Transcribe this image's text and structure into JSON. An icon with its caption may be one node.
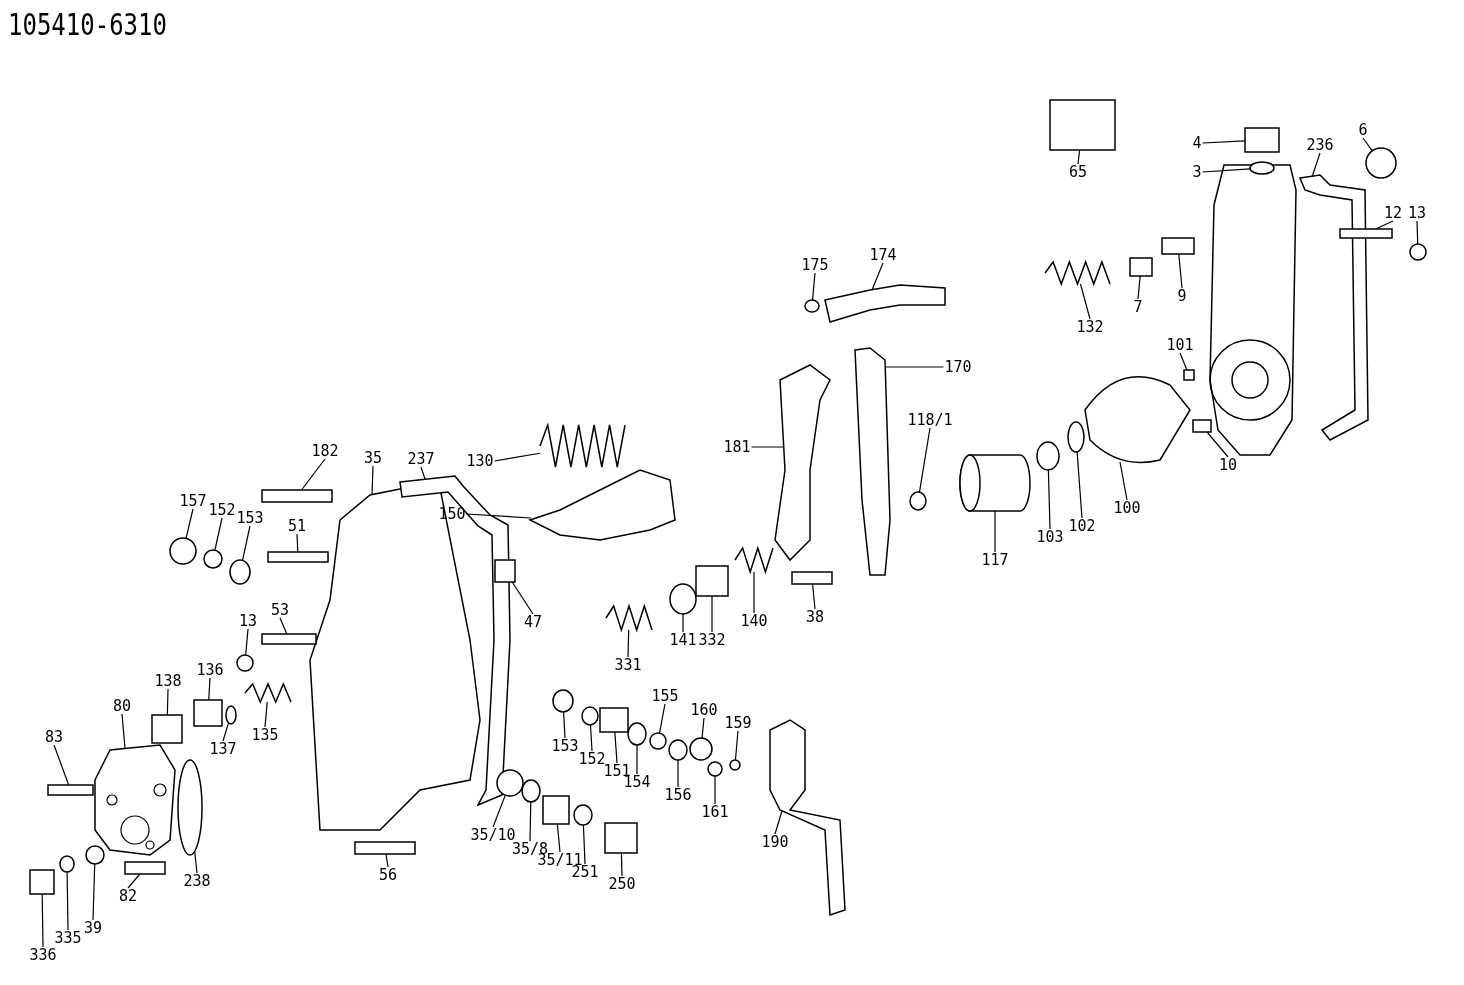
{
  "diagram": {
    "title": "105410-6310",
    "nodes": [
      {
        "text": [
          "65"
        ]
      },
      {
        "text": [
          "4"
        ]
      },
      {
        "text": [
          "3"
        ]
      },
      {
        "text": [
          "6"
        ]
      },
      {
        "text": [
          "236"
        ]
      },
      {
        "text": [
          "12"
        ]
      },
      {
        "text": [
          "13"
        ]
      },
      {
        "text": [
          "175"
        ]
      },
      {
        "text": [
          "174"
        ]
      },
      {
        "text": [
          "132"
        ]
      },
      {
        "text": [
          "7"
        ]
      },
      {
        "text": [
          "9"
        ]
      },
      {
        "text": [
          "101"
        ]
      },
      {
        "text": [
          "10"
        ]
      },
      {
        "text": [
          "170"
        ]
      },
      {
        "text": [
          "181"
        ]
      },
      {
        "text": [
          "118/1"
        ]
      },
      {
        "text": [
          "117"
        ]
      },
      {
        "text": [
          "103"
        ]
      },
      {
        "text": [
          "102"
        ]
      },
      {
        "text": [
          "100"
        ]
      },
      {
        "text": [
          "130"
        ]
      },
      {
        "text": [
          "150"
        ]
      },
      {
        "text": [
          "182"
        ]
      },
      {
        "text": [
          "35"
        ]
      },
      {
        "text": [
          "237"
        ]
      },
      {
        "text": [
          "157"
        ]
      },
      {
        "text": [
          "152"
        ]
      },
      {
        "text": [
          "153"
        ]
      },
      {
        "text": [
          "51"
        ]
      },
      {
        "text": [
          "47"
        ]
      },
      {
        "text": [
          "38"
        ]
      },
      {
        "text": [
          "140"
        ]
      },
      {
        "text": [
          "332"
        ]
      },
      {
        "text": [
          "141"
        ]
      },
      {
        "text": [
          "331"
        ]
      },
      {
        "text": [
          "13"
        ]
      },
      {
        "text": [
          "53"
        ]
      },
      {
        "text": [
          "138"
        ]
      },
      {
        "text": [
          "136"
        ]
      },
      {
        "text": [
          "137"
        ]
      },
      {
        "text": [
          "135"
        ]
      },
      {
        "text": [
          "80"
        ]
      },
      {
        "text": [
          "83"
        ]
      },
      {
        "text": [
          "153"
        ]
      },
      {
        "text": [
          "152"
        ]
      },
      {
        "text": [
          "151"
        ]
      },
      {
        "text": [
          "155"
        ]
      },
      {
        "text": [
          "154"
        ]
      },
      {
        "text": [
          "160"
        ]
      },
      {
        "text": [
          "159"
        ]
      },
      {
        "text": [
          "156"
        ]
      },
      {
        "text": [
          "161"
        ]
      },
      {
        "text": [
          "190"
        ]
      },
      {
        "text": [
          "56"
        ]
      },
      {
        "text": [
          "35/10"
        ]
      },
      {
        "text": [
          "35/8"
        ]
      },
      {
        "text": [
          "35/11"
        ]
      },
      {
        "text": [
          "251"
        ]
      },
      {
        "text": [
          "250"
        ]
      },
      {
        "text": [
          "238"
        ]
      },
      {
        "text": [
          "82"
        ]
      },
      {
        "text": [
          "39"
        ]
      },
      {
        "text": [
          "335"
        ]
      },
      {
        "text": [
          "336"
        ]
      },
      {
        "text": [],
        "shape": "box"
      },
      {
        "text": [],
        "shape": "box"
      },
      {
        "text": [],
        "shape": "circle"
      },
      {
        "text": [],
        "shape": "circle"
      },
      {
        "text": [],
        "shape": "picture"
      },
      {
        "text": [],
        "shape": "bar"
      },
      {
        "text": [],
        "shape": "circle"
      },
      {
        "text": [],
        "shape": "circle"
      },
      {
        "text": [],
        "shape": "picture"
      },
      {
        "text": [],
        "shape": "spring"
      },
      {
        "text": [],
        "shape": "box"
      },
      {
        "text": [],
        "shape": "box"
      },
      {
        "text": [],
        "shape": "box"
      },
      {
        "text": [],
        "shape": "box"
      },
      {
        "text": [],
        "shape": "picture"
      },
      {
        "text": [],
        "shape": "picture"
      },
      {
        "text": [],
        "shape": "circle"
      },
      {
        "text": [],
        "shape": "cylinder"
      },
      {
        "text": [],
        "shape": "circle"
      },
      {
        "text": [],
        "shape": "circle"
      },
      {
        "text": [],
        "shape": "picture"
      },
      {
        "text": [],
        "shape": "spring"
      },
      {
        "text": [],
        "shape": "picture"
      },
      {
        "text": [],
        "shape": "bar"
      },
      {
        "text": [],
        "shape": "picture"
      },
      {
        "text": [],
        "shape": "picture"
      },
      {
        "text": [],
        "shape": "circle"
      },
      {
        "text": [],
        "shape": "circle"
      },
      {
        "text": [],
        "shape": "circle"
      },
      {
        "text": [],
        "shape": "bar"
      },
      {
        "text": [],
        "shape": "box"
      },
      {
        "text": [],
        "shape": "bar"
      },
      {
        "text": [],
        "shape": "spring"
      },
      {
        "text": [],
        "shape": "box"
      },
      {
        "text": [],
        "shape": "circle"
      },
      {
        "text": [],
        "shape": "spring"
      },
      {
        "text": [],
        "shape": "circle"
      },
      {
        "text": [],
        "shape": "bar"
      },
      {
        "text": [],
        "shape": "box"
      },
      {
        "text": [],
        "shape": "box"
      },
      {
        "text": [],
        "shape": "circle"
      },
      {
        "text": [],
        "shape": "spring"
      },
      {
        "text": [],
        "shape": "picture"
      },
      {
        "text": [],
        "shape": "bar"
      },
      {
        "text": [],
        "shape": "circle"
      },
      {
        "text": [],
        "shape": "circle"
      },
      {
        "text": [],
        "shape": "box"
      },
      {
        "text": [],
        "shape": "circle"
      },
      {
        "text": [],
        "shape": "circle"
      },
      {
        "text": [],
        "shape": "circle"
      },
      {
        "text": [],
        "shape": "circle"
      },
      {
        "text": [],
        "shape": "circle"
      },
      {
        "text": [],
        "shape": "circle"
      },
      {
        "text": [],
        "shape": "picture"
      },
      {
        "text": [],
        "shape": "bar"
      },
      {
        "text": [],
        "shape": "circle"
      },
      {
        "text": [],
        "shape": "circle"
      },
      {
        "text": [],
        "shape": "box"
      },
      {
        "text": [],
        "shape": "circle"
      },
      {
        "text": [],
        "shape": "box"
      },
      {
        "text": [],
        "shape": "circle"
      },
      {
        "text": [],
        "shape": "bar"
      },
      {
        "text": [],
        "shape": "circle"
      },
      {
        "text": [],
        "shape": "circle"
      },
      {
        "text": [],
        "shape": "box"
      }
    ],
    "edges": [
      {
        "from": 0,
        "to": 65,
        "arrow": "none"
      },
      {
        "from": 1,
        "to": 66,
        "arrow": "none"
      },
      {
        "from": 2,
        "to": 67,
        "arrow": "none"
      },
      {
        "from": 3,
        "to": 68,
        "arrow": "none"
      },
      {
        "from": 4,
        "to": 69,
        "arrow": "none"
      },
      {
        "from": 5,
        "to": 70,
        "arrow": "none"
      },
      {
        "from": 6,
        "to": 71,
        "arrow": "none"
      },
      {
        "from": 7,
        "to": 72,
        "arrow": "none"
      },
      {
        "from": 8,
        "to": 73,
        "arrow": "none"
      },
      {
        "from": 9,
        "to": 74,
        "arrow": "none"
      },
      {
        "from": 10,
        "to": 75,
        "arrow": "none"
      },
      {
        "from": 11,
        "to": 76,
        "arrow": "none"
      },
      {
        "from": 12,
        "to": 77,
        "arrow": "none"
      },
      {
        "from": 13,
        "to": 78,
        "arrow": "none"
      },
      {
        "from": 14,
        "to": 79,
        "arrow": "none"
      },
      {
        "from": 15,
        "to": 80,
        "arrow": "none"
      },
      {
        "from": 16,
        "to": 81,
        "arrow": "none"
      },
      {
        "from": 17,
        "to": 82,
        "arrow": "none"
      },
      {
        "from": 18,
        "to": 83,
        "arrow": "none"
      },
      {
        "from": 19,
        "to": 84,
        "arrow": "none"
      },
      {
        "from": 20,
        "to": 85,
        "arrow": "none"
      },
      {
        "from": 21,
        "to": 86,
        "arrow": "none"
      },
      {
        "from": 22,
        "to": 87,
        "arrow": "none"
      },
      {
        "from": 23,
        "to": 88,
        "arrow": "none"
      },
      {
        "from": 24,
        "to": 89,
        "arrow": "none"
      },
      {
        "from": 25,
        "to": 90,
        "arrow": "none"
      },
      {
        "from": 26,
        "to": 91,
        "arrow": "none"
      },
      {
        "from": 27,
        "to": 92,
        "arrow": "none"
      },
      {
        "from": 28,
        "to": 93,
        "arrow": "none"
      },
      {
        "from": 29,
        "to": 94,
        "arrow": "none"
      },
      {
        "from": 30,
        "to": 95,
        "arrow": "none"
      },
      {
        "from": 31,
        "to": 96,
        "arrow": "none"
      },
      {
        "from": 32,
        "to": 97,
        "arrow": "none"
      },
      {
        "from": 33,
        "to": 98,
        "arrow": "none"
      },
      {
        "from": 34,
        "to": 99,
        "arrow": "none"
      },
      {
        "from": 35,
        "to": 100,
        "arrow": "none"
      },
      {
        "from": 36,
        "to": 101,
        "arrow": "none"
      },
      {
        "from": 37,
        "to": 102,
        "arrow": "none"
      },
      {
        "from": 38,
        "to": 103,
        "arrow": "none"
      },
      {
        "from": 39,
        "to": 104,
        "arrow": "none"
      },
      {
        "from": 40,
        "to": 105,
        "arrow": "none"
      },
      {
        "from": 41,
        "to": 106,
        "arrow": "none"
      },
      {
        "from": 42,
        "to": 107,
        "arrow": "none"
      },
      {
        "from": 43,
        "to": 108,
        "arrow": "none"
      },
      {
        "from": 44,
        "to": 109,
        "arrow": "none"
      },
      {
        "from": 45,
        "to": 110,
        "arrow": "none"
      },
      {
        "from": 46,
        "to": 111,
        "arrow": "none"
      },
      {
        "from": 47,
        "to": 112,
        "arrow": "none"
      },
      {
        "from": 48,
        "to": 113,
        "arrow": "none"
      },
      {
        "from": 49,
        "to": 114,
        "arrow": "none"
      },
      {
        "from": 50,
        "to": 115,
        "arrow": "none"
      },
      {
        "from": 51,
        "to": 116,
        "arrow": "none"
      },
      {
        "from": 52,
        "to": 117,
        "arrow": "none"
      },
      {
        "from": 53,
        "to": 118,
        "arrow": "none"
      },
      {
        "from": 54,
        "to": 119,
        "arrow": "none"
      },
      {
        "from": 55,
        "to": 120,
        "arrow": "none"
      },
      {
        "from": 56,
        "to": 121,
        "arrow": "none"
      },
      {
        "from": 57,
        "to": 122,
        "arrow": "none"
      },
      {
        "from": 58,
        "to": 123,
        "arrow": "none"
      },
      {
        "from": 59,
        "to": 124,
        "arrow": "none"
      },
      {
        "from": 60,
        "to": 125,
        "arrow": "none"
      },
      {
        "from": 61,
        "to": 126,
        "arrow": "none"
      },
      {
        "from": 62,
        "to": 127,
        "arrow": "none"
      },
      {
        "from": 63,
        "to": 128,
        "arrow": "none"
      },
      {
        "from": 64,
        "to": 129,
        "arrow": "none"
      }
    ]
  }
}
